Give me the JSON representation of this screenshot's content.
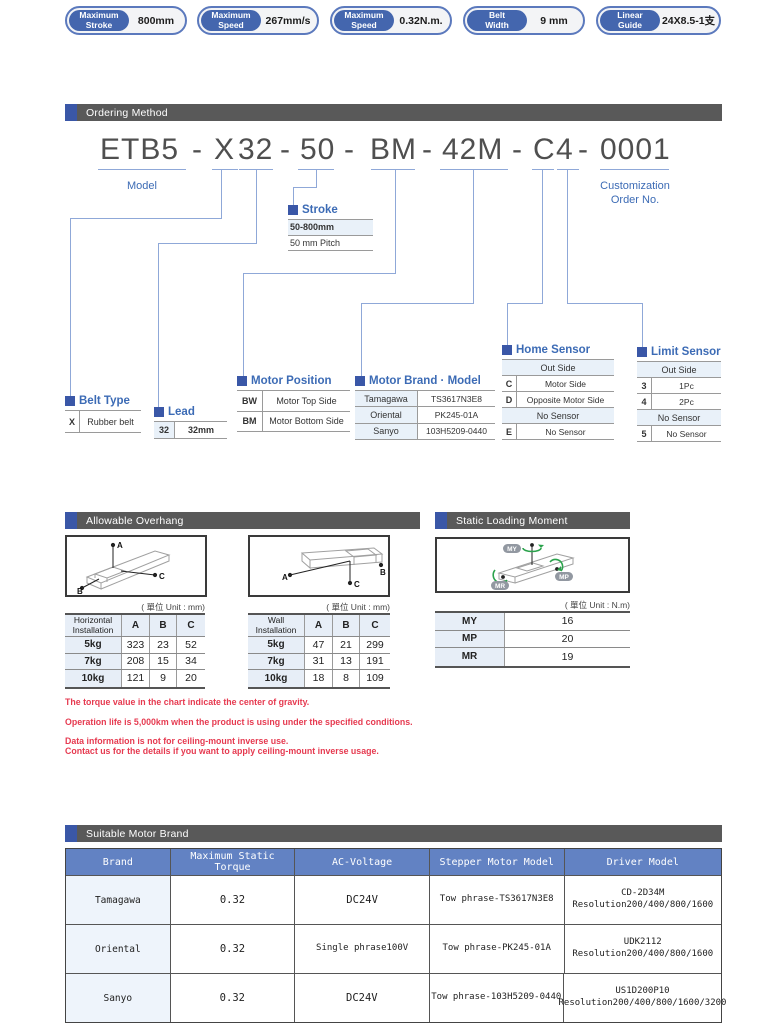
{
  "badges": [
    {
      "label1": "Maximum",
      "label2": "Stroke",
      "value": "800mm"
    },
    {
      "label1": "Maximum",
      "label2": "Speed",
      "value": "267mm/s"
    },
    {
      "label1": "Maximum",
      "label2": "Speed",
      "value": "0.32N.m."
    },
    {
      "label1": "Belt",
      "label2": "Width",
      "value": "9 mm"
    },
    {
      "label1": "Linear",
      "label2": "Guide",
      "value": "24X8.5-1支"
    }
  ],
  "sections": {
    "ordering": "Ordering Method",
    "overhang": "Allowable Overhang",
    "static": "Static Loading Moment",
    "motor": "Suitable Motor Brand"
  },
  "ordering": {
    "part": [
      "ETB5",
      "-",
      "X",
      "32",
      "-",
      "50",
      "-",
      "BM",
      "-",
      "42M",
      "-",
      "C",
      "4",
      "-",
      "0001"
    ],
    "model_label": "Model",
    "custom_label_1": "Customization",
    "custom_label_2": "Order No.",
    "stroke": {
      "title": "Stroke",
      "row1": "50-800mm",
      "row2": "50 mm Pitch"
    },
    "belt_type": {
      "title": "Belt Type",
      "key": "X",
      "value": "Rubber belt"
    },
    "lead": {
      "title": "Lead",
      "key": "32",
      "value": "32mm"
    },
    "motor_position": {
      "title": "Motor Position",
      "rows": [
        {
          "key": "BW",
          "value": "Motor Top Side"
        },
        {
          "key": "BM",
          "value": "Motor Bottom Side"
        }
      ]
    },
    "motor_brand": {
      "title": "Motor Brand · Model",
      "rows": [
        {
          "key": "Tamagawa",
          "value": "TS3617N3E8"
        },
        {
          "key": "Oriental",
          "value": "PK245-01A"
        },
        {
          "key": "Sanyo",
          "value": "103H5209-0440"
        }
      ]
    },
    "home_sensor": {
      "title": "Home Sensor",
      "span1": "Out Side",
      "rows": [
        {
          "key": "C",
          "value": "Motor Side"
        },
        {
          "key": "D",
          "value": "Opposite Motor Side"
        }
      ],
      "span2": "No Sensor",
      "row3": {
        "key": "E",
        "value": "No Sensor"
      }
    },
    "limit_sensor": {
      "title": "Limit Sensor",
      "span1": "Out Side",
      "rows": [
        {
          "key": "3",
          "value": "1Pc"
        },
        {
          "key": "4",
          "value": "2Pc"
        }
      ],
      "span2": "No Sensor",
      "row3": {
        "key": "5",
        "value": "No Sensor"
      }
    }
  },
  "overhang": {
    "unit": "( 單位 Unit : mm)",
    "diagram_labels": {
      "a": "A",
      "b": "B",
      "c": "C"
    },
    "horizontal": {
      "corner1": "Horizontal",
      "corner2": "Installation",
      "cols": [
        "A",
        "B",
        "C"
      ],
      "rows": [
        [
          "5kg",
          "323",
          "23",
          "52"
        ],
        [
          "7kg",
          "208",
          "15",
          "34"
        ],
        [
          "10kg",
          "121",
          "9",
          "20"
        ]
      ]
    },
    "wall": {
      "corner1": "Wall",
      "corner2": "Installation",
      "cols": [
        "A",
        "B",
        "C"
      ],
      "rows": [
        [
          "5kg",
          "47",
          "21",
          "299"
        ],
        [
          "7kg",
          "31",
          "13",
          "191"
        ],
        [
          "10kg",
          "18",
          "8",
          "109"
        ]
      ]
    }
  },
  "static_moment": {
    "unit": "( 單位 Unit : N.m)",
    "labels": {
      "my": "MY",
      "mp": "MP",
      "mr": "MR"
    },
    "rows": [
      [
        "MY",
        "16"
      ],
      [
        "MP",
        "20"
      ],
      [
        "MR",
        "19"
      ]
    ]
  },
  "notes": [
    "The torque value in the chart indicate the center of gravity.",
    "Operation life is 5,000km when the product is using under the specified conditions.",
    "Data information is not for ceiling-mount inverse use.",
    "Contact us for the details if you want to apply ceiling-mount inverse usage."
  ],
  "motor_table": {
    "headers": [
      "Brand",
      "Maximum Static Torque",
      "AC-Voltage",
      "Stepper Motor Model",
      "Driver Model"
    ],
    "rows": [
      {
        "brand": "Tamagawa",
        "torque": "0.32",
        "voltage": "DC24V",
        "stepper": "Tow phrase-TS3617N3E8",
        "driver1": "CD-2D34M",
        "driver2": "Resolution200/400/800/1600"
      },
      {
        "brand": "Oriental",
        "torque": "0.32",
        "voltage": "Single phrase100V",
        "stepper": "Tow phrase-PK245-01A",
        "driver1": "UDK2112",
        "driver2": "Resolution200/400/800/1600"
      },
      {
        "brand": "Sanyo",
        "torque": "0.32",
        "voltage": "DC24V",
        "stepper": "Tow phrase-103H5209-0440",
        "driver1": "US1D200P10",
        "driver2": "Resolution200/400/800/1600/3200"
      }
    ]
  },
  "colors": {
    "accent_blue": "#3a57a7",
    "title_blue": "#3c6bb5",
    "bar_gray": "#595959",
    "light_blue_bg": "#e9f1f9",
    "connector_blue": "#8fa8d8",
    "note_red": "#e63a50",
    "table_header_blue": "#6282c3",
    "moment_green": "#2ba24c"
  }
}
